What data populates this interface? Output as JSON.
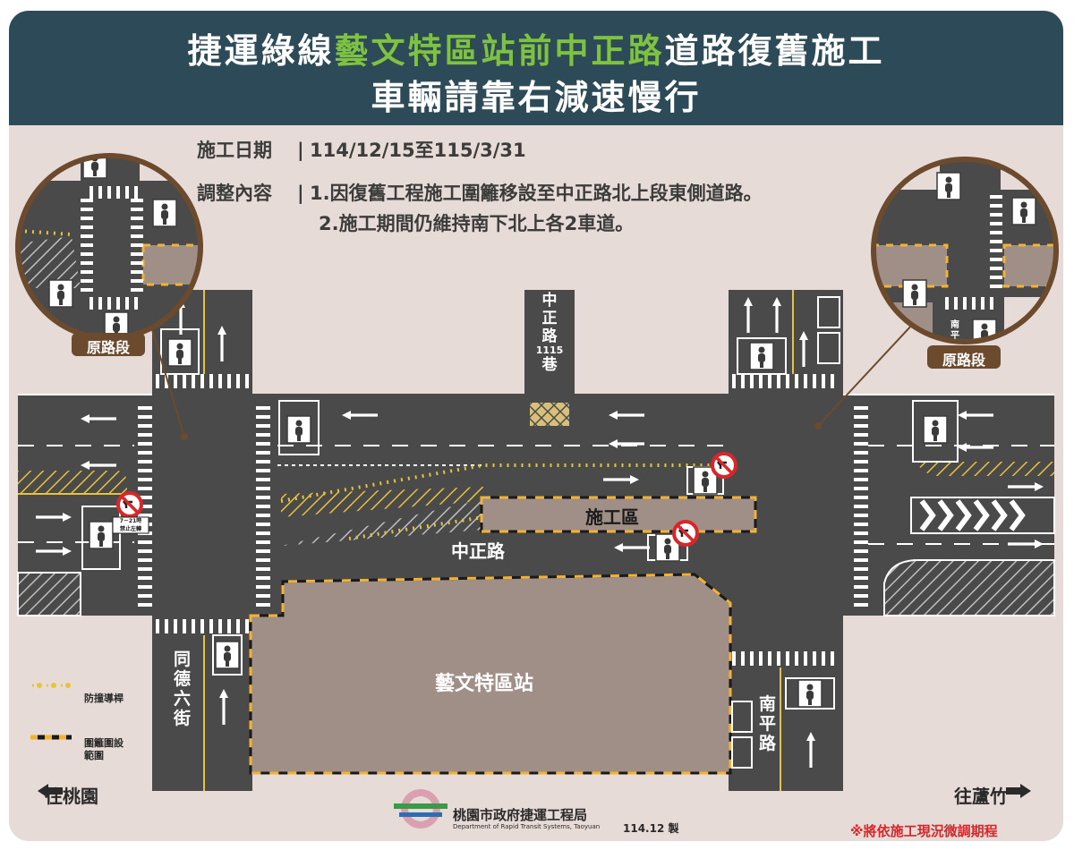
{
  "title": {
    "line1_part1": "捷運綠線",
    "line1_highlight": "藝文特區站前中正路",
    "line1_part2": "道路復舊施工",
    "line2": "車輛請靠右減速慢行"
  },
  "info": {
    "date_label": "施工日期",
    "date_value": "114/12/15至115/3/31",
    "content_label": "調整內容",
    "item1": "1.因復舊工程施工圍籬移設至中正路北上段東側道路。",
    "item2": "2.施工期間仍維持南下北上各2車道。"
  },
  "map": {
    "construction_zone": "施工區",
    "main_road": "中正路",
    "station": "藝文特區站",
    "road_tongde": "同德六街",
    "road_nanping": "南平路",
    "lane_1115_a": "中",
    "lane_1115_b": "正",
    "lane_1115_c": "路",
    "lane_1115_num": "1115",
    "lane_1115_d": "巷",
    "original_segment_left": "原路段",
    "original_segment_right": "原路段",
    "no_left_turn_hours_1": "7－21時",
    "no_left_turn_hours_2": "禁止左轉",
    "nanping_small_1": "南",
    "nanping_small_2": "平"
  },
  "legend": {
    "bollard": "防撞導桿",
    "fence_1": "圍籬圍設",
    "fence_2": "範圍"
  },
  "footer": {
    "to_taoyuan": "往桃園",
    "to_luzhu": "往蘆竹",
    "org_zh": "桃園市政府捷運工程局",
    "org_en": "Department of Rapid Transit Systems, Taoyuan",
    "made_date": "114.12 製",
    "note": "※將依施工現況微調期程"
  },
  "colors": {
    "header_bg": "#2c4a57",
    "highlight": "#7fc241",
    "road": "#4a4a4a",
    "construction": "#a08f86",
    "fence_stripe": "#f2b233",
    "circle_border": "#6b4a2e",
    "warning_red": "#d9262a"
  }
}
